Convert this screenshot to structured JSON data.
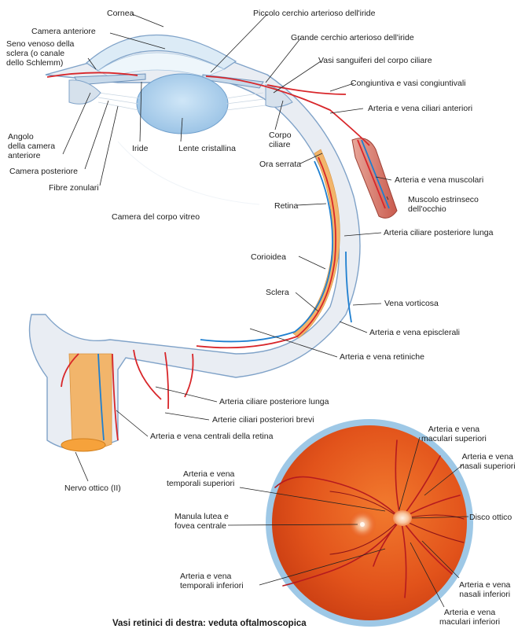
{
  "eye_section": {
    "labels": {
      "cornea": "Cornea",
      "camera_anteriore": "Camera anteriore",
      "seno_venoso": "Seno venoso della\nsclera (o canale\ndello Schlemm)",
      "angolo": "Angolo\ndella camera\nanteriore",
      "camera_posteriore": "Camera posteriore",
      "fibre_zonulari": "Fibre zonulari",
      "iride": "Iride",
      "lente": "Lente cristallina",
      "piccolo_cerchio": "Piccolo cerchio arterioso dell'iride",
      "grande_cerchio": "Grande cerchio arterioso dell'iride",
      "vasi_ciliare": "Vasi sanguiferi del corpo ciliare",
      "congiuntiva": "Congiuntiva e vasi congiuntivali",
      "arteria_ciliari_anteriori": "Arteria e vena ciliari anteriori",
      "corpo_ciliare": "Corpo\nciliare",
      "ora_serrata": "Ora serrata",
      "muscolari": "Arteria e vena muscolari",
      "muscolo": "Muscolo estrinseco\ndell'occhio",
      "retina": "Retina",
      "camera_vitreo": "Camera del corpo vitreo",
      "ciliare_post_lunga_1": "Arteria ciliare posteriore lunga",
      "corioidea": "Corioidea",
      "vena_vorticosa": "Vena vorticosa",
      "sclera": "Sclera",
      "episclerali": "Arteria e vena episclerali",
      "retiniche": "Arteria e vena retiniche",
      "ciliare_post_lunga_2": "Arteria ciliare posteriore lunga",
      "ciliari_brevi": "Arterie ciliari posteriori brevi",
      "centrali_retina": "Arteria e vena centrali della retina",
      "nervo_ottico": "Nervo ottico (II)"
    }
  },
  "fundus": {
    "labels": {
      "maculari_sup": "Arteria e vena\nmaculari superiori",
      "nasali_sup": "Arteria e vena\nnasali superiori",
      "temporali_sup": "Arteria e vena\ntemporali superiori",
      "disco": "Disco ottico",
      "macula": "Manula lutea e\nfovea centrale",
      "temporali_inf": "Arteria e vena\ntemporali inferiori",
      "nasali_inf": "Arteria e vena\nnasali inferiori",
      "maculari_inf": "Arteria e vena\nmaculari inferiori"
    },
    "caption": "Vasi retinici di destra: veduta oftalmoscopica"
  },
  "colors": {
    "artery": "#d8262a",
    "vein": "#1e7fd0",
    "sclera": "#e9edf3",
    "sclera_edge": "#7fa2c8",
    "cornea": "#dcebf6",
    "retina": "#f2b56b",
    "fundus": "#e8541c",
    "fundus_rim": "#9ec8e6",
    "line": "#222222"
  }
}
